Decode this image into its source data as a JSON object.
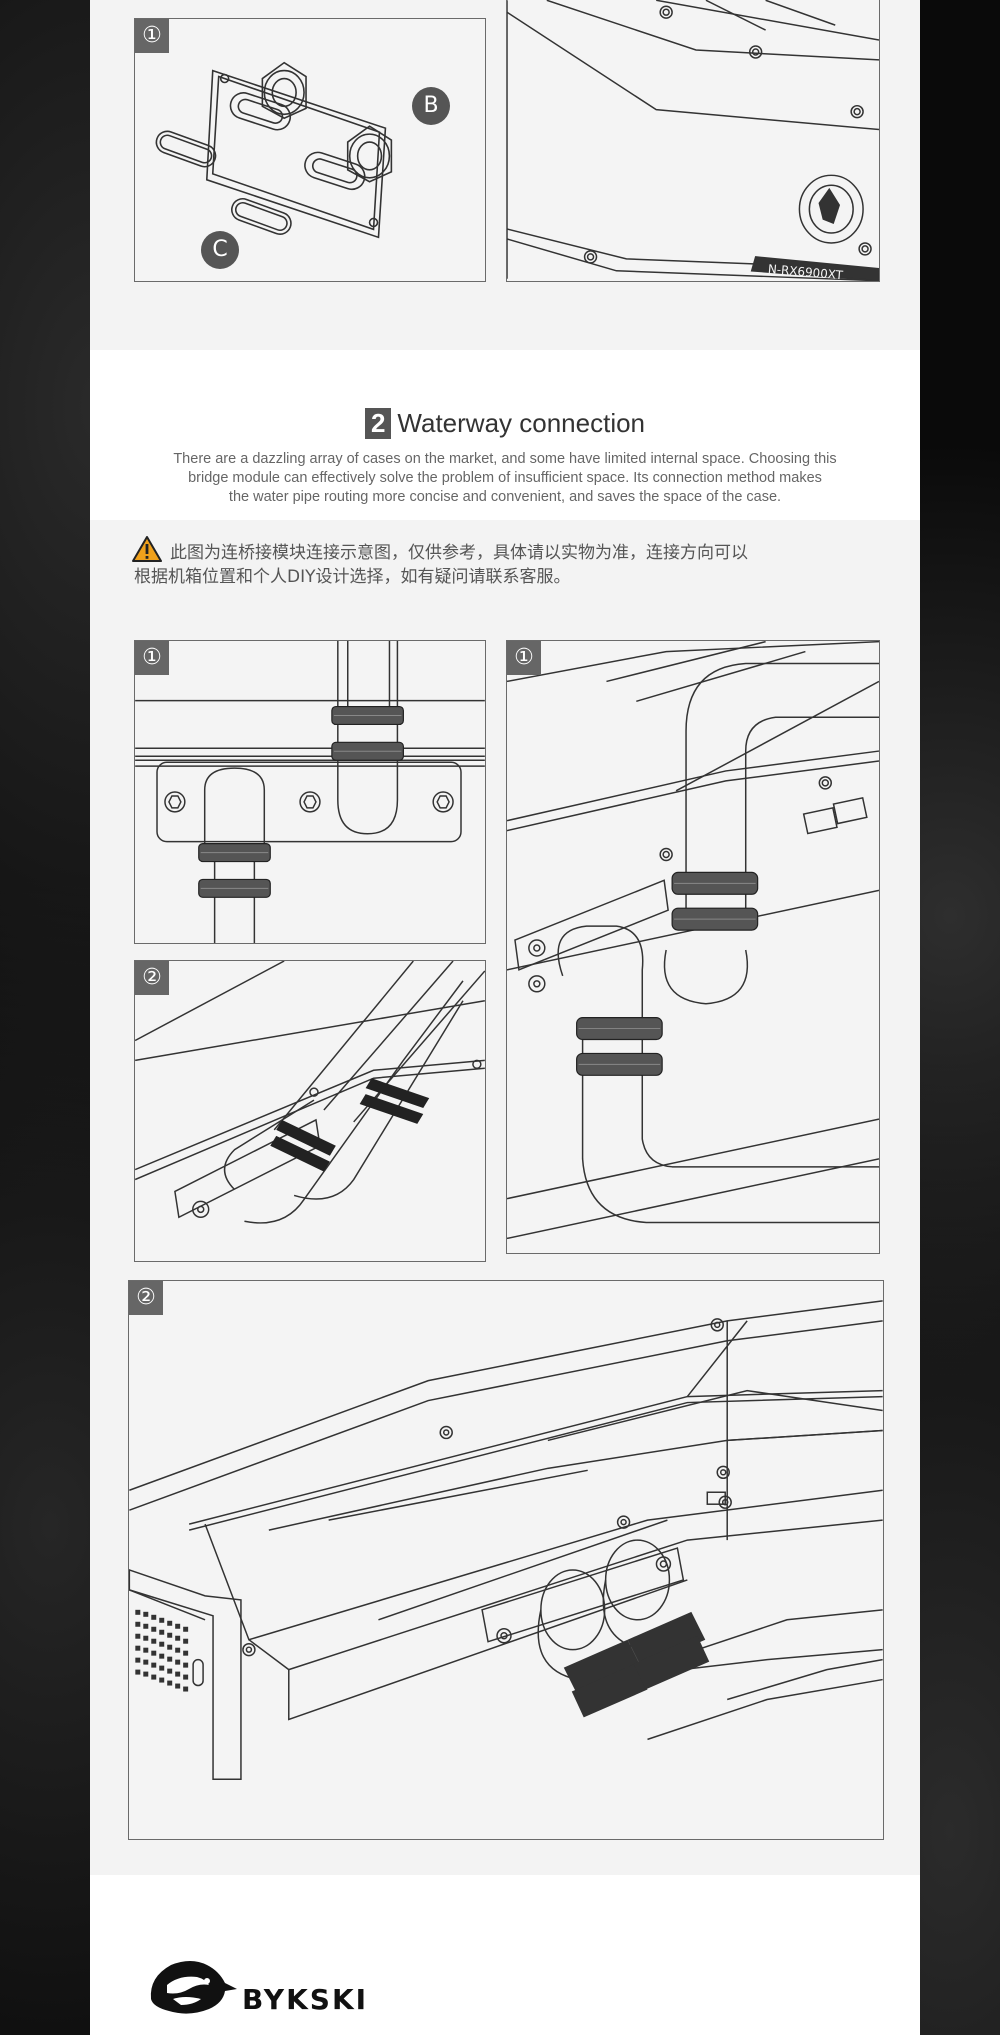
{
  "panels": {
    "top_left": {
      "badge": "①",
      "letter_b": "B",
      "letter_c": "C"
    },
    "top_right": {
      "plate_text": "N-RX6900XT"
    },
    "mid_left_top": {
      "badge": "①"
    },
    "mid_left_bottom": {
      "badge": "②"
    },
    "mid_right": {
      "badge": "①"
    },
    "bottom": {
      "badge": "②"
    }
  },
  "section": {
    "number": "2",
    "title": "Waterway connection",
    "description_lines": [
      "There are a dazzling array of cases on the market, and some have limited internal space. Choosing this",
      "bridge module can effectively solve the problem of insufficient space. Its connection method makes",
      "the water pipe routing more concise and convenient, and saves the space of the case."
    ]
  },
  "notice": {
    "icon": "warning-icon",
    "line1": "此图为连桥接模块连接示意图，仅供参考，具体请以实物为准，连接方向可以",
    "line2": "根据机箱位置和个人DIY设计选择，如有疑问请联系客服。"
  },
  "footer": {
    "brand": "BYKSKI",
    "logo_icon": "dragon-logo-icon"
  }
}
